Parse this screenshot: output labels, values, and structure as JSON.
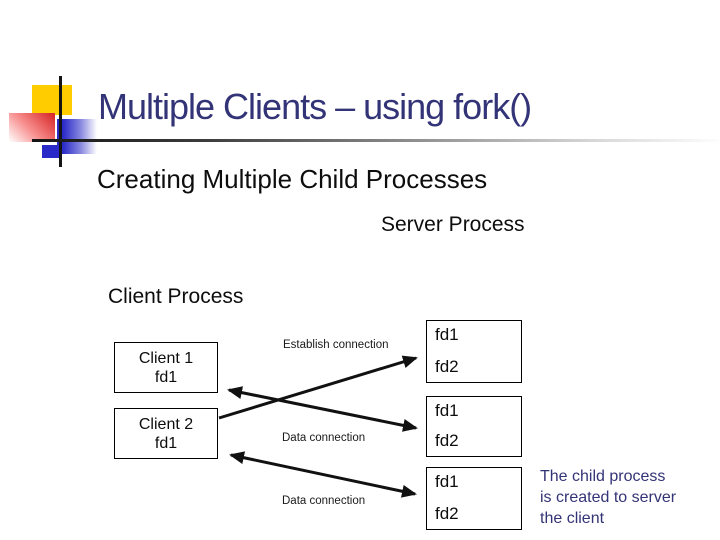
{
  "slide": {
    "title": "Multiple Clients – using fork()",
    "subtitle": "Creating Multiple Child Processes",
    "labels": {
      "server_process": "Server Process",
      "client_process": "Client Process"
    },
    "client_boxes": [
      {
        "name": "Client 1",
        "fd": "fd1"
      },
      {
        "name": "Client 2",
        "fd": "fd1"
      }
    ],
    "server_boxes": [
      {
        "fd_top": "fd1",
        "fd_bottom": "fd2"
      },
      {
        "fd_top": "fd1",
        "fd_bottom": "fd2"
      },
      {
        "fd_top": "fd1",
        "fd_bottom": "fd2"
      }
    ],
    "connections": [
      {
        "label": "Establish connection"
      },
      {
        "label": "Data connection"
      },
      {
        "label": "Data connection"
      }
    ],
    "note": {
      "line1": "The child process",
      "line2": "is created to server",
      "line3": "the client"
    },
    "colors": {
      "title_navy": "#333377",
      "accent_yellow": "#ffcc00",
      "accent_red": "#d92b2b",
      "accent_blue": "#2a2ac8",
      "line_black": "#141414"
    }
  }
}
